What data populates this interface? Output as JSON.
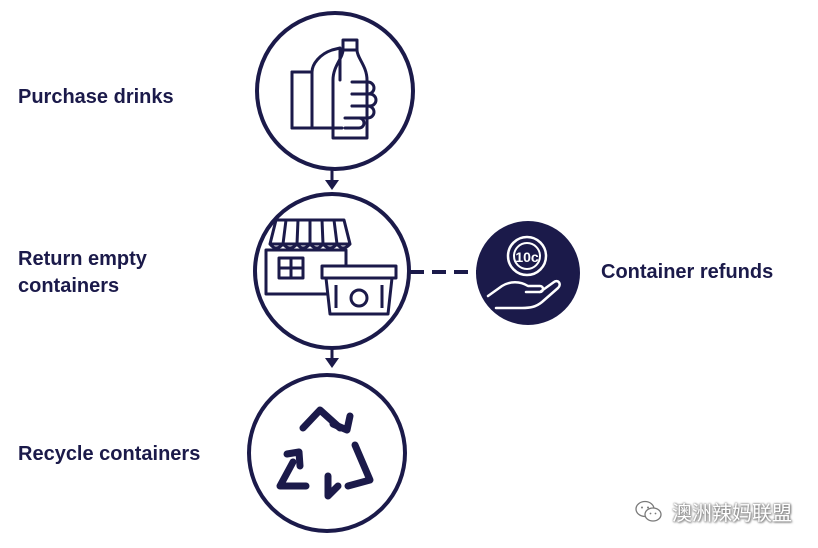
{
  "steps": [
    {
      "label": "Purchase drinks",
      "icon": "hand-bottle-icon"
    },
    {
      "label": "Return empty containers",
      "icon": "shop-and-bin-icon"
    },
    {
      "label": "Recycle containers",
      "icon": "recycle-icon"
    }
  ],
  "side_node": {
    "label": "Container refunds",
    "coin_text": "10c",
    "icon": "hand-coin-icon"
  },
  "watermark": {
    "text": "澳洲辣妈联盟",
    "icon": "wechat-icon"
  },
  "colors": {
    "navy": "#1b1a4a",
    "background": "#ffffff"
  }
}
